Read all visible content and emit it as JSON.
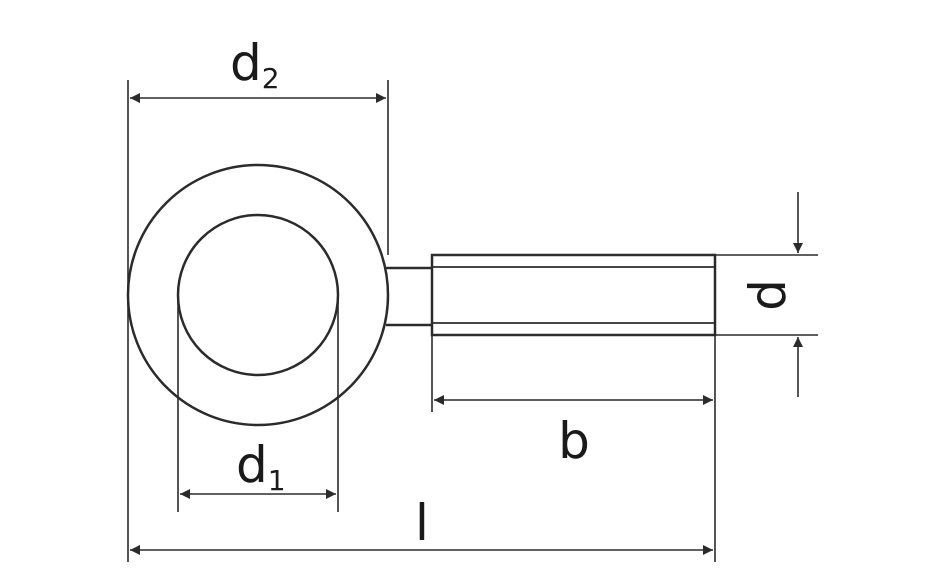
{
  "diagram": {
    "labels": {
      "d2": {
        "main": "d",
        "sub": "2"
      },
      "d1": {
        "main": "d",
        "sub": "1"
      },
      "d": "d",
      "b": "b",
      "l": "l"
    },
    "colors": {
      "line": "#2b2b2b",
      "background": "#ffffff"
    }
  }
}
